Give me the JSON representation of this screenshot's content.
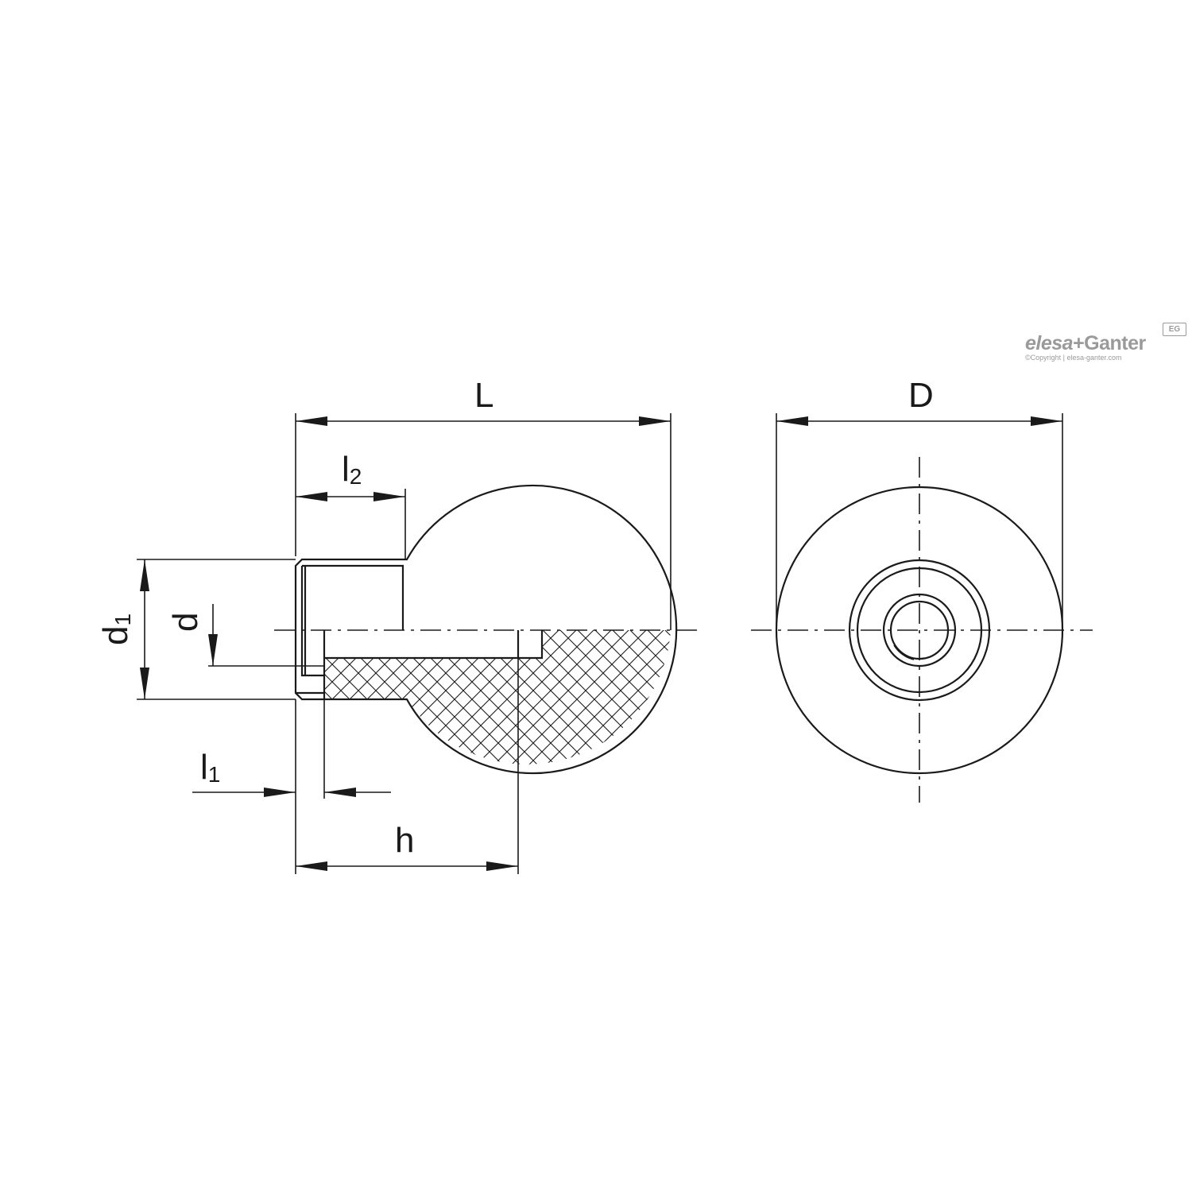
{
  "brand": {
    "elesa": "elesa",
    "plus": "+",
    "ganter": "Ganter",
    "mark": "EG",
    "copyright": "©Copyright | elesa-ganter.com"
  },
  "dimensions": {
    "L": {
      "main": "L",
      "sub": ""
    },
    "l2": {
      "main": "l",
      "sub": "2"
    },
    "d1": {
      "main": "d",
      "sub": "1"
    },
    "d": {
      "main": "d",
      "sub": ""
    },
    "l1": {
      "main": "l",
      "sub": "1"
    },
    "h": {
      "main": "h",
      "sub": ""
    },
    "D": {
      "main": "D",
      "sub": ""
    }
  },
  "colors": {
    "line": "#1a1a1a",
    "brand": "#9a9a9a"
  }
}
